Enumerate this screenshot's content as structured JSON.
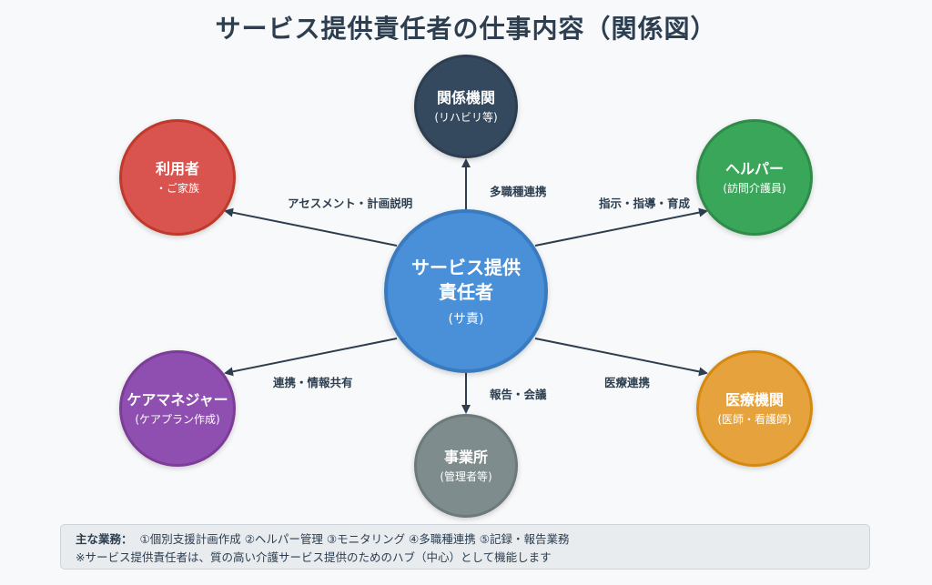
{
  "title": "サービス提供責任者の仕事内容（関係図）",
  "colors": {
    "center": "#4a90d9",
    "kankei": "#34495e",
    "riyousha": "#d9534f",
    "helper": "#3aa65a",
    "caremanager": "#8e4fb0",
    "iryou": "#e6a23c",
    "jigyousho": "#7f8c8d",
    "arrow": "#2c3e50"
  },
  "center": {
    "line1": "サービス提供",
    "line2": "責任者",
    "sub": "(サ責)"
  },
  "nodes": {
    "kankei": {
      "title": "関係機関",
      "sub": "(リハビリ等)"
    },
    "riyousha": {
      "title": "利用者",
      "sub": "・ご家族"
    },
    "helper": {
      "title": "ヘルパー",
      "sub": "(訪問介護員)"
    },
    "caremanager": {
      "title": "ケアマネジャー",
      "sub": "(ケアプラン作成)"
    },
    "iryou": {
      "title": "医療機関",
      "sub": "(医師・看護師)"
    },
    "jigyousho": {
      "title": "事業所",
      "sub": "(管理者等)"
    }
  },
  "edges": {
    "kankei": "多職種連携",
    "riyousha": "アセスメント・計画説明",
    "helper": "指示・指導・育成",
    "caremanager": "連携・情報共有",
    "iryou": "医療連携",
    "jigyousho": "報告・会議"
  },
  "footer": {
    "label": "主な業務：",
    "duties": "①個別支援計画作成 ②ヘルパー管理 ③モニタリング ④多職種連携 ⑤記録・報告業務",
    "note": "※サービス提供責任者は、質の高い介護サービス提供のためのハブ（中心）として機能します"
  }
}
